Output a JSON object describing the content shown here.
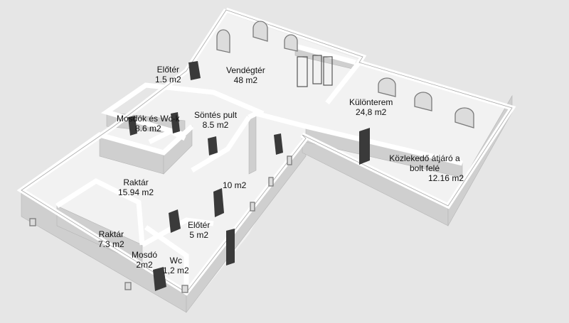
{
  "rooms": [
    {
      "name": "Vendégtér",
      "area": "48 m2"
    },
    {
      "name": "Különterem",
      "area": "24,8 m2"
    },
    {
      "name": "Előtér",
      "area": "1.5 m2"
    },
    {
      "name": "Mosdók és Wc-k",
      "area": "8.6 m2"
    },
    {
      "name": "Söntés pult",
      "area": "8.5 m2"
    },
    {
      "name": "Közlekedő átjáró a bolt felé",
      "area": "12.16 m2"
    },
    {
      "name": "Raktár",
      "area": "15.94 m2"
    },
    {
      "name": "",
      "area": "10 m2"
    },
    {
      "name": "Előtér",
      "area": "5 m2"
    },
    {
      "name": "Raktár",
      "area": "7.3 m2"
    },
    {
      "name": "Mosdó",
      "area": "2m2"
    },
    {
      "name": "Wc",
      "area": "1,2 m2"
    }
  ],
  "colors": {
    "background": "#e6e6e6",
    "floor": "#f2f2f2",
    "wall_top": "#ffffff",
    "wall_side": "#cfcfcf",
    "door": "#3a3a3a",
    "window": "#9a9a9a"
  }
}
